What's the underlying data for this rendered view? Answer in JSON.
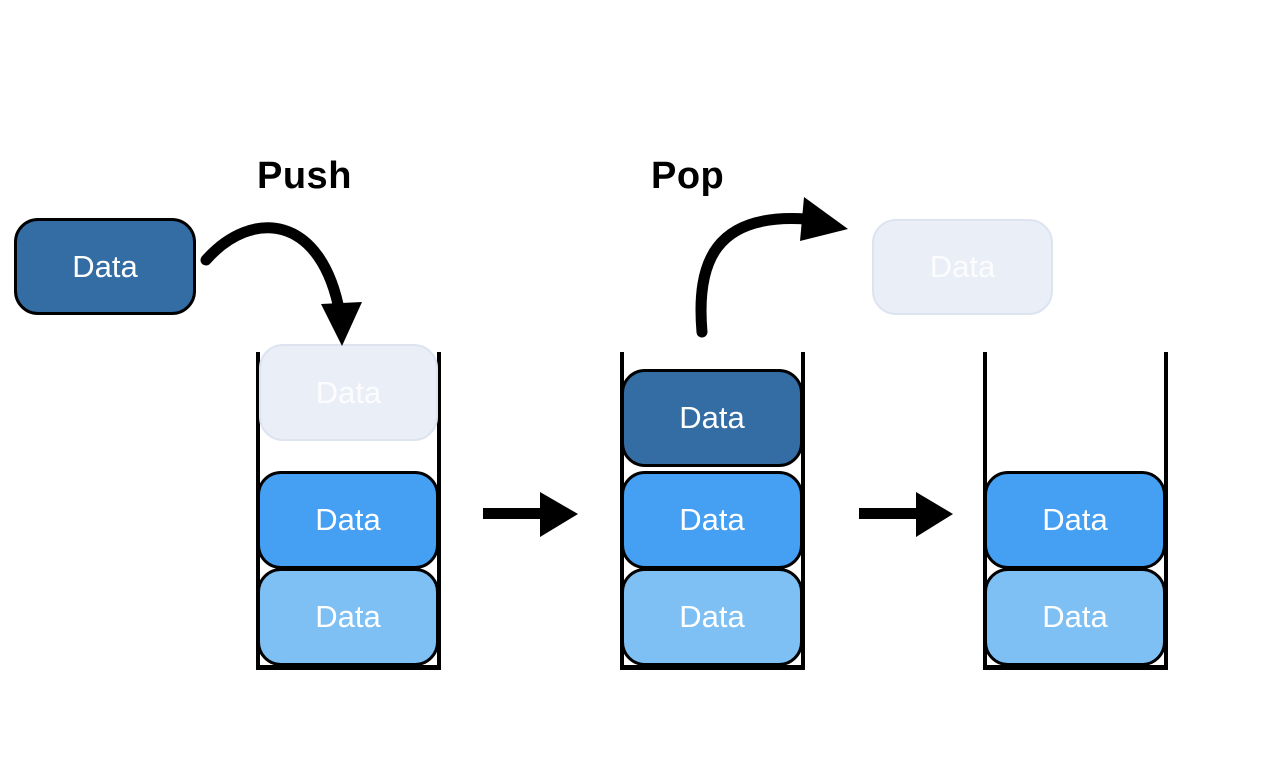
{
  "diagram": {
    "push_label": "Push",
    "pop_label": "Pop",
    "incoming_box": {
      "label": "Data",
      "variant": "dark"
    },
    "popped_box": {
      "label": "Data",
      "variant": "ghost"
    },
    "stacks": [
      {
        "name": "stack-during-push",
        "slots": [
          {
            "label": "Data",
            "variant": "ghost"
          },
          {
            "label": "Data",
            "variant": "medium"
          },
          {
            "label": "Data",
            "variant": "light"
          }
        ]
      },
      {
        "name": "stack-full",
        "slots": [
          {
            "label": "Data",
            "variant": "dark"
          },
          {
            "label": "Data",
            "variant": "medium"
          },
          {
            "label": "Data",
            "variant": "light"
          }
        ]
      },
      {
        "name": "stack-after-pop",
        "slots": [
          {
            "label": "Data",
            "variant": "medium"
          },
          {
            "label": "Data",
            "variant": "light"
          }
        ]
      }
    ],
    "colors": {
      "box_dark": "#336DA4",
      "box_medium": "#459FF3",
      "box_light": "#7FC0F4",
      "ghost_fill": "#E9EEF7",
      "ghost_border": "#DDE4F0",
      "box_text": "#FFFFFF",
      "label_text": "#000000",
      "outline": "#000000",
      "arrow": "#000000"
    }
  }
}
